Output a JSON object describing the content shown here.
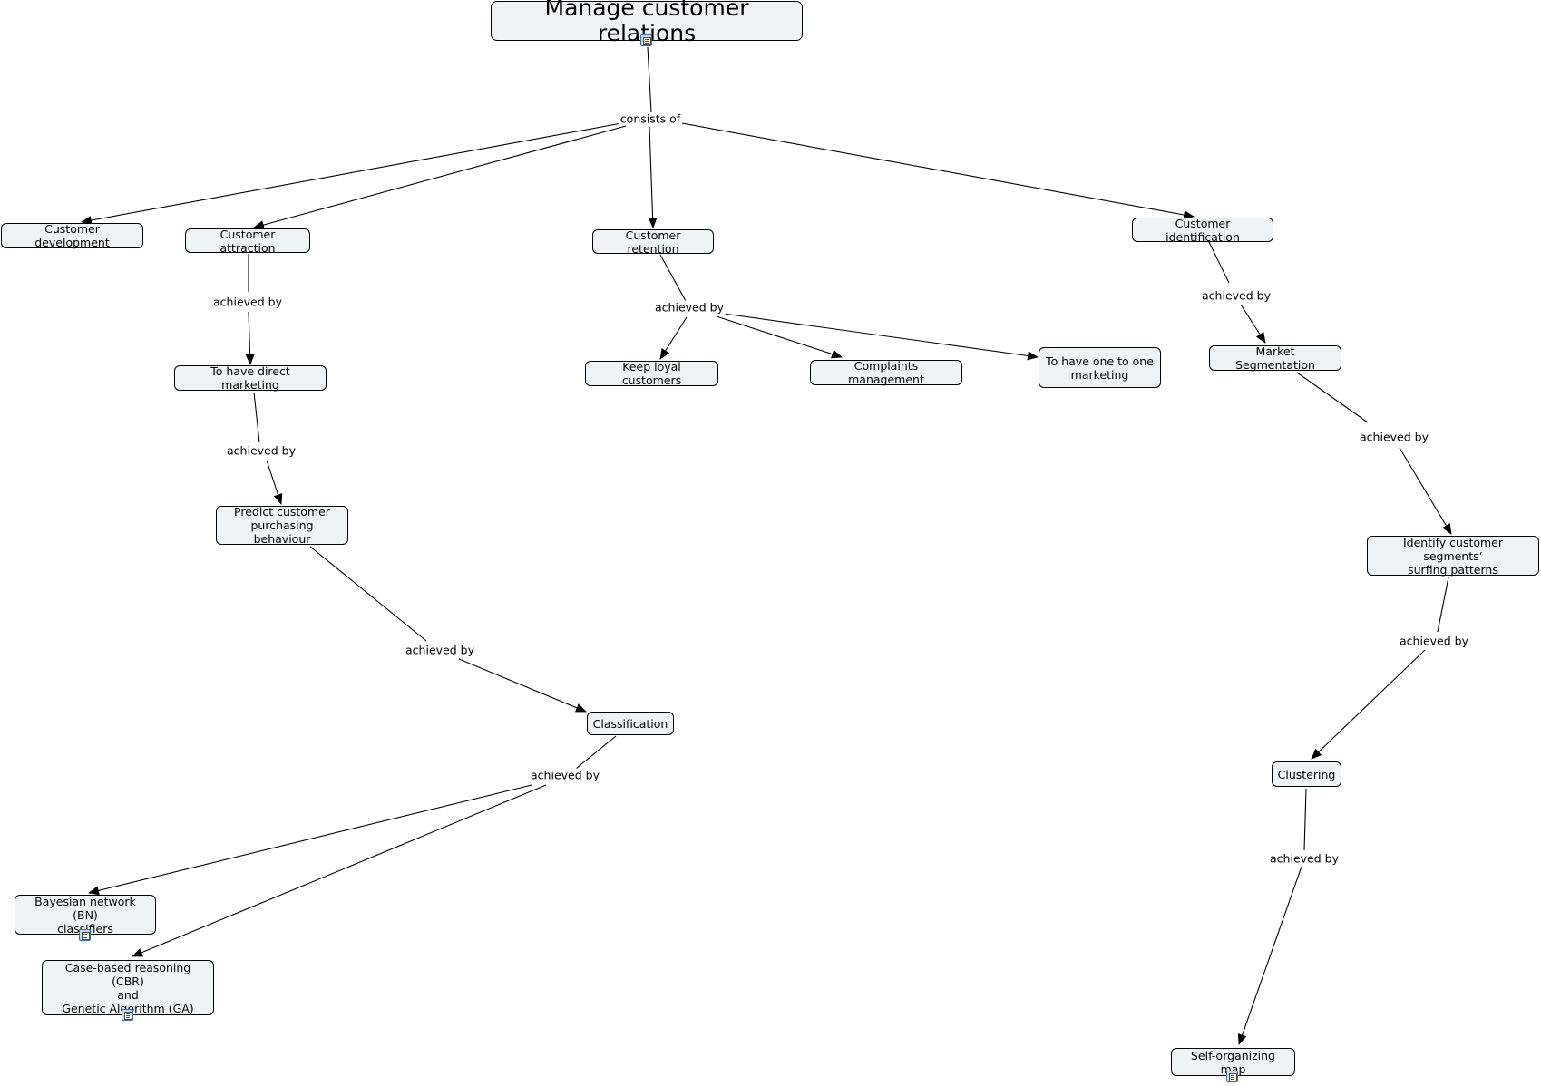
{
  "concept_map": {
    "root": "Manage customer relations",
    "link_consists": "consists of",
    "achieved_by": "achieved by",
    "nodes": {
      "customer_development": "Customer development",
      "customer_attraction": "Customer attraction",
      "customer_retention": "Customer retention",
      "customer_identification": "Customer identification",
      "direct_marketing": "To have direct marketing",
      "predict_behaviour": "Predict customer\npurchasing behaviour",
      "classification": "Classification",
      "bayesian": "Bayesian network (BN)\nclassifiers",
      "cbr_ga": "Case-based reasoning (CBR)\nand\nGenetic Algorithm (GA)",
      "keep_loyal": "Keep loyal customers",
      "complaints": "Complaints management",
      "one_to_one": "To have one to one\nmarketing",
      "market_segmentation": "Market Segmentation",
      "surfing_patterns": "Identify customer segments’\nsurfing patterns",
      "clustering": "Clustering",
      "som": "Self-organizing map"
    },
    "resource_icon": "document-resource-icon"
  }
}
